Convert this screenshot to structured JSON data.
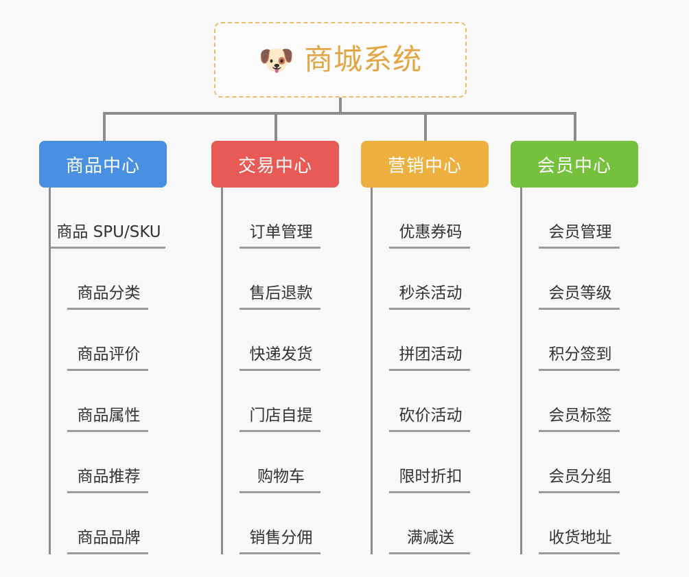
{
  "root": {
    "icon": "shiba-dog-emoji",
    "icon_glyph": "🐶",
    "title": "商城系统",
    "title_color": "#e3a644",
    "border_color": "#ecbb68"
  },
  "connector_color": "#8c8c8c",
  "background_color": "#f8f8f8",
  "columns": [
    {
      "title": "商品中心",
      "color": "#4990e2",
      "items": [
        "商品 SPU/SKU",
        "商品分类",
        "商品评价",
        "商品属性",
        "商品推荐",
        "商品品牌"
      ]
    },
    {
      "title": "交易中心",
      "color": "#e85a55",
      "items": [
        "订单管理",
        "售后退款",
        "快递发货",
        "门店自提",
        "购物车",
        "销售分佣"
      ]
    },
    {
      "title": "营销中心",
      "color": "#edaf3e",
      "items": [
        "优惠券码",
        "秒杀活动",
        "拼团活动",
        "砍价活动",
        "限时折扣",
        "满减送"
      ]
    },
    {
      "title": "会员中心",
      "color": "#75c03c",
      "items": [
        "会员管理",
        "会员等级",
        "积分签到",
        "会员标签",
        "会员分组",
        "收货地址"
      ]
    }
  ]
}
